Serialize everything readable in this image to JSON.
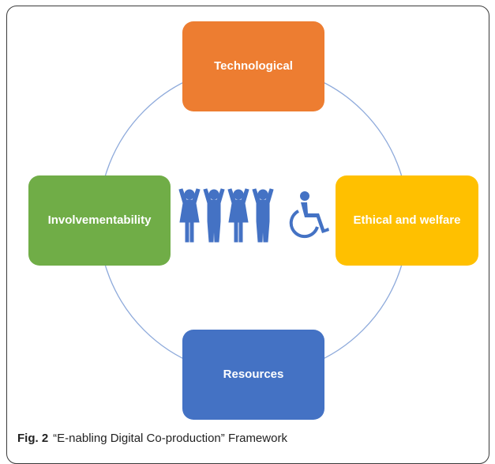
{
  "diagram": {
    "nodes": {
      "top": {
        "label": "Technological",
        "color": "#ed7d31"
      },
      "left": {
        "label": "Involvementability",
        "color": "#70ad47"
      },
      "right": {
        "label": "Ethical and welfare",
        "color": "#ffc000"
      },
      "bottom": {
        "label": "Resources",
        "color": "#4472c4"
      }
    },
    "ring_color": "#8eaadb",
    "icon_color": "#4472c4",
    "icons": [
      "people-group-icon",
      "wheelchair-user-icon"
    ]
  },
  "caption": {
    "figure_label": "Fig. 2",
    "text": "“E-nabling Digital Co-production” Framework"
  }
}
